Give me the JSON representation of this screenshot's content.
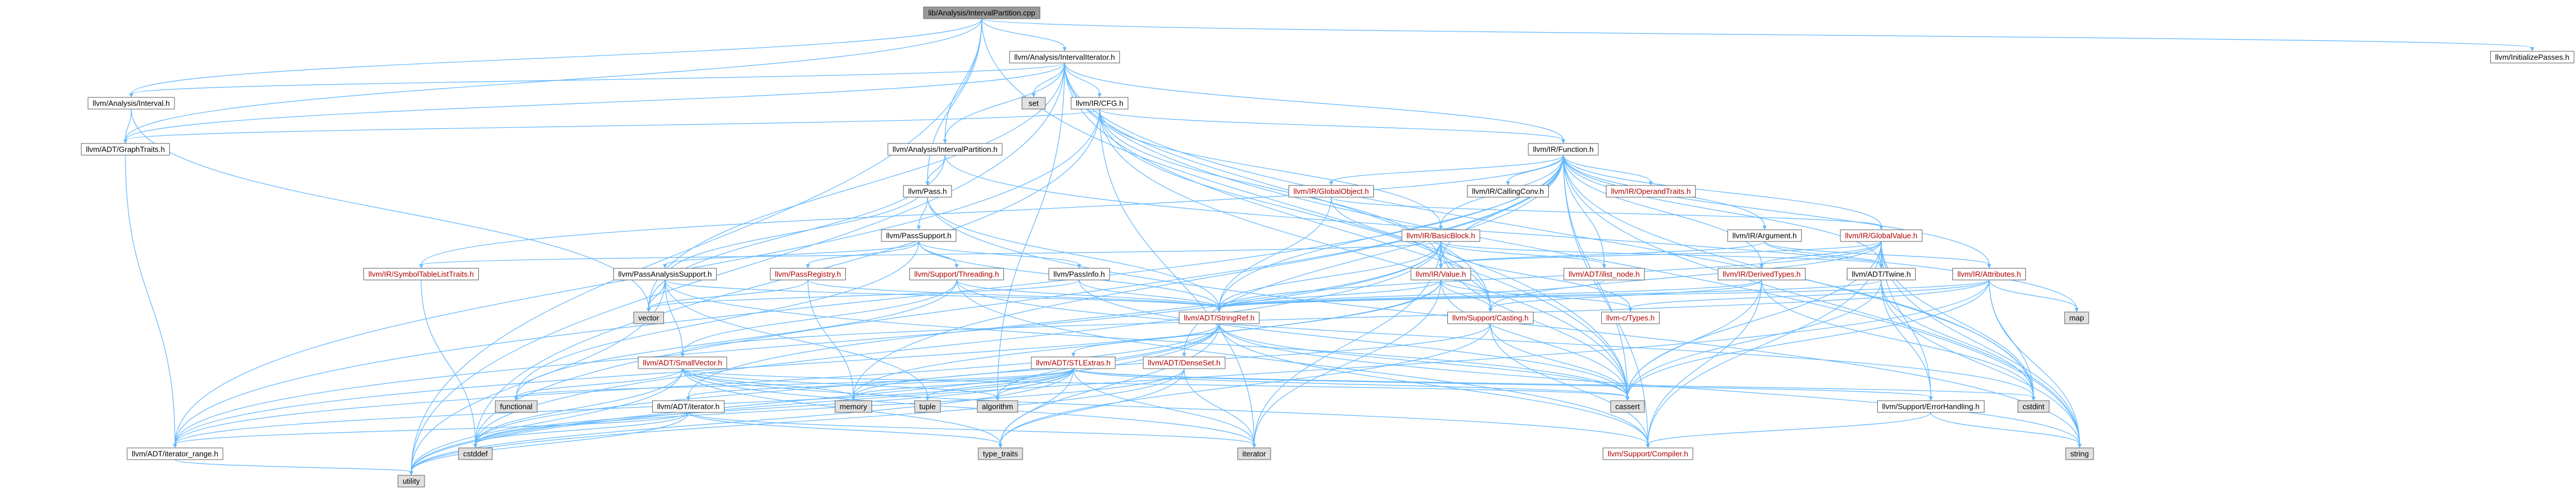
{
  "chart_data": {
    "type": "diagram",
    "title": "",
    "nodes": [
      {
        "id": "root",
        "label": "lib/Analysis/IntervalPartition.cpp",
        "style": "root"
      },
      {
        "id": "intervalIterator",
        "label": "llvm/Analysis/IntervalIterator.h",
        "style": "normal"
      },
      {
        "id": "initializePasses",
        "label": "llvm/InitializePasses.h",
        "style": "normal"
      },
      {
        "id": "intervalH",
        "label": "llvm/Analysis/Interval.h",
        "style": "normal"
      },
      {
        "id": "set",
        "label": "set",
        "style": "std"
      },
      {
        "id": "cfg",
        "label": "llvm/IR/CFG.h",
        "style": "normal"
      },
      {
        "id": "graphTraits",
        "label": "llvm/ADT/GraphTraits.h",
        "style": "normal"
      },
      {
        "id": "intervalPartitionH",
        "label": "llvm/Analysis/IntervalPartition.h",
        "style": "normal"
      },
      {
        "id": "function",
        "label": "llvm/IR/Function.h",
        "style": "normal"
      },
      {
        "id": "pass",
        "label": "llvm/Pass.h",
        "style": "normal"
      },
      {
        "id": "globalObject",
        "label": "llvm/IR/GlobalObject.h",
        "style": "red"
      },
      {
        "id": "callingConv",
        "label": "llvm/IR/CallingConv.h",
        "style": "normal"
      },
      {
        "id": "operandTraits",
        "label": "llvm/IR/OperandTraits.h",
        "style": "red"
      },
      {
        "id": "passSupport",
        "label": "llvm/PassSupport.h",
        "style": "normal"
      },
      {
        "id": "basicBlock",
        "label": "llvm/IR/BasicBlock.h",
        "style": "red"
      },
      {
        "id": "argument",
        "label": "llvm/IR/Argument.h",
        "style": "normal"
      },
      {
        "id": "globalValue",
        "label": "llvm/IR/GlobalValue.h",
        "style": "red"
      },
      {
        "id": "symbolTableListTraits",
        "label": "llvm/IR/SymbolTableListTraits.h",
        "style": "red"
      },
      {
        "id": "passAnalysisSupport",
        "label": "llvm/PassAnalysisSupport.h",
        "style": "normal"
      },
      {
        "id": "passRegistry",
        "label": "llvm/PassRegistry.h",
        "style": "red"
      },
      {
        "id": "threading",
        "label": "llvm/Support/Threading.h",
        "style": "red"
      },
      {
        "id": "passInfo",
        "label": "llvm/PassInfo.h",
        "style": "normal"
      },
      {
        "id": "value",
        "label": "llvm/IR/Value.h",
        "style": "red"
      },
      {
        "id": "ilistNode",
        "label": "llvm/ADT/ilist_node.h",
        "style": "red"
      },
      {
        "id": "derivedTypes",
        "label": "llvm/IR/DerivedTypes.h",
        "style": "red"
      },
      {
        "id": "twine",
        "label": "llvm/ADT/Twine.h",
        "style": "normal"
      },
      {
        "id": "attributes",
        "label": "llvm/IR/Attributes.h",
        "style": "red"
      },
      {
        "id": "map",
        "label": "map",
        "style": "std"
      },
      {
        "id": "vector",
        "label": "vector",
        "style": "std"
      },
      {
        "id": "stringRef",
        "label": "llvm/ADT/StringRef.h",
        "style": "red"
      },
      {
        "id": "casting",
        "label": "llvm/Support/Casting.h",
        "style": "red"
      },
      {
        "id": "cTypes",
        "label": "llvm-c/Types.h",
        "style": "red"
      },
      {
        "id": "smallVector",
        "label": "llvm/ADT/SmallVector.h",
        "style": "red"
      },
      {
        "id": "stlExtras",
        "label": "llvm/ADT/STLExtras.h",
        "style": "red"
      },
      {
        "id": "denseSet",
        "label": "llvm/ADT/DenseSet.h",
        "style": "red"
      },
      {
        "id": "functional",
        "label": "functional",
        "style": "std"
      },
      {
        "id": "adtIterator",
        "label": "llvm/ADT/iterator.h",
        "style": "normal"
      },
      {
        "id": "memory",
        "label": "memory",
        "style": "std"
      },
      {
        "id": "tuple",
        "label": "tuple",
        "style": "std"
      },
      {
        "id": "algorithm",
        "label": "algorithm",
        "style": "std"
      },
      {
        "id": "cassert",
        "label": "cassert",
        "style": "std"
      },
      {
        "id": "errorHandling",
        "label": "llvm/Support/ErrorHandling.h",
        "style": "normal"
      },
      {
        "id": "cstdint",
        "label": "cstdint",
        "style": "std"
      },
      {
        "id": "iteratorRange",
        "label": "llvm/ADT/iterator_range.h",
        "style": "normal"
      },
      {
        "id": "cstddef",
        "label": "cstddef",
        "style": "std"
      },
      {
        "id": "typeTraits",
        "label": "type_traits",
        "style": "std"
      },
      {
        "id": "iteratorStd",
        "label": "iterator",
        "style": "std"
      },
      {
        "id": "compiler",
        "label": "llvm/Support/Compiler.h",
        "style": "red"
      },
      {
        "id": "string",
        "label": "string",
        "style": "std"
      },
      {
        "id": "utility",
        "label": "utility",
        "style": "std"
      }
    ],
    "edges": [
      [
        "root",
        "intervalIterator"
      ],
      [
        "root",
        "initializePasses"
      ],
      [
        "root",
        "intervalH"
      ],
      [
        "root",
        "intervalPartitionH"
      ],
      [
        "root",
        "pass"
      ],
      [
        "root",
        "cassert"
      ],
      [
        "root",
        "utility"
      ],
      [
        "root",
        "graphTraits"
      ],
      [
        "intervalIterator",
        "intervalH"
      ],
      [
        "intervalIterator",
        "set"
      ],
      [
        "intervalIterator",
        "cfg"
      ],
      [
        "intervalIterator",
        "graphTraits"
      ],
      [
        "intervalIterator",
        "intervalPartitionH"
      ],
      [
        "intervalIterator",
        "function"
      ],
      [
        "intervalIterator",
        "casting"
      ],
      [
        "intervalIterator",
        "cassert"
      ],
      [
        "intervalIterator",
        "cstdint"
      ],
      [
        "intervalIterator",
        "string"
      ],
      [
        "intervalIterator",
        "vector"
      ],
      [
        "intervalIterator",
        "algorithm"
      ],
      [
        "intervalIterator",
        "utility"
      ],
      [
        "intervalH",
        "graphTraits"
      ],
      [
        "intervalH",
        "vector"
      ],
      [
        "cfg",
        "graphTraits"
      ],
      [
        "cfg",
        "iteratorStd"
      ],
      [
        "cfg",
        "iteratorRange"
      ],
      [
        "cfg",
        "basicBlock"
      ],
      [
        "cfg",
        "function"
      ],
      [
        "cfg",
        "value"
      ],
      [
        "cfg",
        "casting"
      ],
      [
        "cfg",
        "cassert"
      ],
      [
        "cfg",
        "cstddef"
      ],
      [
        "graphTraits",
        "iteratorRange"
      ],
      [
        "intervalPartitionH",
        "pass"
      ],
      [
        "intervalPartitionH",
        "map"
      ],
      [
        "intervalPartitionH",
        "vector"
      ],
      [
        "function",
        "globalObject"
      ],
      [
        "function",
        "callingConv"
      ],
      [
        "function",
        "operandTraits"
      ],
      [
        "function",
        "basicBlock"
      ],
      [
        "function",
        "argument"
      ],
      [
        "function",
        "globalValue"
      ],
      [
        "function",
        "symbolTableListTraits"
      ],
      [
        "function",
        "value"
      ],
      [
        "function",
        "ilistNode"
      ],
      [
        "function",
        "derivedTypes"
      ],
      [
        "function",
        "twine"
      ],
      [
        "function",
        "attributes"
      ],
      [
        "function",
        "stringRef"
      ],
      [
        "function",
        "denseSet"
      ],
      [
        "function",
        "iteratorRange"
      ],
      [
        "function",
        "compiler"
      ],
      [
        "function",
        "cassert"
      ],
      [
        "function",
        "cstddef"
      ],
      [
        "function",
        "cstdint"
      ],
      [
        "function",
        "memory"
      ],
      [
        "function",
        "string"
      ],
      [
        "pass",
        "passSupport"
      ],
      [
        "pass",
        "stringRef"
      ],
      [
        "pass",
        "string"
      ],
      [
        "globalObject",
        "value"
      ],
      [
        "globalObject",
        "stringRef"
      ],
      [
        "globalObject",
        "globalValue"
      ],
      [
        "passSupport",
        "passAnalysisSupport"
      ],
      [
        "passSupport",
        "passRegistry"
      ],
      [
        "passSupport",
        "threading"
      ],
      [
        "passSupport",
        "passInfo"
      ],
      [
        "passSupport",
        "stringRef"
      ],
      [
        "passSupport",
        "functional"
      ],
      [
        "basicBlock",
        "symbolTableListTraits"
      ],
      [
        "basicBlock",
        "value"
      ],
      [
        "basicBlock",
        "ilistNode"
      ],
      [
        "basicBlock",
        "twine"
      ],
      [
        "basicBlock",
        "stringRef"
      ],
      [
        "basicBlock",
        "casting"
      ],
      [
        "basicBlock",
        "cTypes"
      ],
      [
        "basicBlock",
        "iteratorRange"
      ],
      [
        "basicBlock",
        "adtIterator"
      ],
      [
        "basicBlock",
        "cassert"
      ],
      [
        "basicBlock",
        "cstddef"
      ],
      [
        "basicBlock",
        "iteratorStd"
      ],
      [
        "argument",
        "value"
      ],
      [
        "argument",
        "twine"
      ],
      [
        "argument",
        "attributes"
      ],
      [
        "globalValue",
        "value"
      ],
      [
        "globalValue",
        "derivedTypes"
      ],
      [
        "globalValue",
        "twine"
      ],
      [
        "globalValue",
        "stringRef"
      ],
      [
        "globalValue",
        "casting"
      ],
      [
        "globalValue",
        "errorHandling"
      ],
      [
        "globalValue",
        "compiler"
      ],
      [
        "globalValue",
        "cassert"
      ],
      [
        "globalValue",
        "cstdint"
      ],
      [
        "globalValue",
        "string"
      ],
      [
        "symbolTableListTraits",
        "cstddef"
      ],
      [
        "passAnalysisSupport",
        "smallVector"
      ],
      [
        "passAnalysisSupport",
        "stringRef"
      ],
      [
        "passAnalysisSupport",
        "pass"
      ],
      [
        "passAnalysisSupport",
        "cassert"
      ],
      [
        "passAnalysisSupport",
        "tuple"
      ],
      [
        "passAnalysisSupport",
        "utility"
      ],
      [
        "passAnalysisSupport",
        "vector"
      ],
      [
        "passRegistry",
        "stringRef"
      ],
      [
        "passRegistry",
        "memory"
      ],
      [
        "passRegistry",
        "vector"
      ],
      [
        "threading",
        "smallVector"
      ],
      [
        "threading",
        "compiler"
      ],
      [
        "threading",
        "stringRef"
      ],
      [
        "threading",
        "cstdint"
      ],
      [
        "threading",
        "functional"
      ],
      [
        "passInfo",
        "stringRef"
      ],
      [
        "passInfo",
        "cassert"
      ],
      [
        "passInfo",
        "vector"
      ],
      [
        "value",
        "stringRef"
      ],
      [
        "value",
        "casting"
      ],
      [
        "value",
        "cTypes"
      ],
      [
        "value",
        "iteratorRange"
      ],
      [
        "value",
        "cassert"
      ],
      [
        "value",
        "iteratorStd"
      ],
      [
        "value",
        "memory"
      ],
      [
        "ilistNode",
        "stringRef"
      ],
      [
        "derivedTypes",
        "stringRef"
      ],
      [
        "derivedTypes",
        "casting"
      ],
      [
        "derivedTypes",
        "compiler"
      ],
      [
        "derivedTypes",
        "cassert"
      ],
      [
        "derivedTypes",
        "cstdint"
      ],
      [
        "twine",
        "stringRef"
      ],
      [
        "twine",
        "errorHandling"
      ],
      [
        "twine",
        "cassert"
      ],
      [
        "twine",
        "cstdint"
      ],
      [
        "twine",
        "string"
      ],
      [
        "attributes",
        "stringRef"
      ],
      [
        "attributes",
        "cTypes"
      ],
      [
        "attributes",
        "map"
      ],
      [
        "attributes",
        "cassert"
      ],
      [
        "attributes",
        "cstdint"
      ],
      [
        "attributes",
        "string"
      ],
      [
        "attributes",
        "utility"
      ],
      [
        "attributes",
        "smallVector"
      ],
      [
        "stringRef",
        "stlExtras"
      ],
      [
        "stringRef",
        "iteratorRange"
      ],
      [
        "stringRef",
        "compiler"
      ],
      [
        "stringRef",
        "algorithm"
      ],
      [
        "stringRef",
        "cassert"
      ],
      [
        "stringRef",
        "cstddef"
      ],
      [
        "stringRef",
        "cstring"
      ],
      [
        "stringRef",
        "string"
      ],
      [
        "stringRef",
        "typeTraits"
      ],
      [
        "stringRef",
        "utility"
      ],
      [
        "casting",
        "compiler"
      ],
      [
        "casting",
        "cassert"
      ],
      [
        "casting",
        "memory"
      ],
      [
        "casting",
        "typeTraits"
      ],
      [
        "smallVector",
        "compiler"
      ],
      [
        "smallVector",
        "algorithm"
      ],
      [
        "smallVector",
        "cassert"
      ],
      [
        "smallVector",
        "cstddef"
      ],
      [
        "smallVector",
        "functional"
      ],
      [
        "smallVector",
        "iteratorStd"
      ],
      [
        "smallVector",
        "memory"
      ],
      [
        "smallVector",
        "typeTraits"
      ],
      [
        "smallVector",
        "utility"
      ],
      [
        "stlExtras",
        "adtIterator"
      ],
      [
        "stlExtras",
        "iteratorRange"
      ],
      [
        "stlExtras",
        "errorHandling"
      ],
      [
        "stlExtras",
        "algorithm"
      ],
      [
        "stlExtras",
        "cassert"
      ],
      [
        "stlExtras",
        "cstddef"
      ],
      [
        "stlExtras",
        "cstdint"
      ],
      [
        "stlExtras",
        "functional"
      ],
      [
        "stlExtras",
        "iteratorStd"
      ],
      [
        "stlExtras",
        "memory"
      ],
      [
        "stlExtras",
        "tuple"
      ],
      [
        "stlExtras",
        "typeTraits"
      ],
      [
        "stlExtras",
        "utility"
      ],
      [
        "denseSet",
        "iteratorStd"
      ],
      [
        "denseSet",
        "utility"
      ],
      [
        "denseSet",
        "cstddef"
      ],
      [
        "denseSet",
        "typeTraits"
      ],
      [
        "adtIterator",
        "iteratorRange"
      ],
      [
        "adtIterator",
        "cstddef"
      ],
      [
        "adtIterator",
        "iteratorStd"
      ],
      [
        "adtIterator",
        "typeTraits"
      ],
      [
        "adtIterator",
        "utility"
      ],
      [
        "errorHandling",
        "compiler"
      ],
      [
        "errorHandling",
        "string"
      ],
      [
        "iteratorRange",
        "utility"
      ]
    ]
  }
}
